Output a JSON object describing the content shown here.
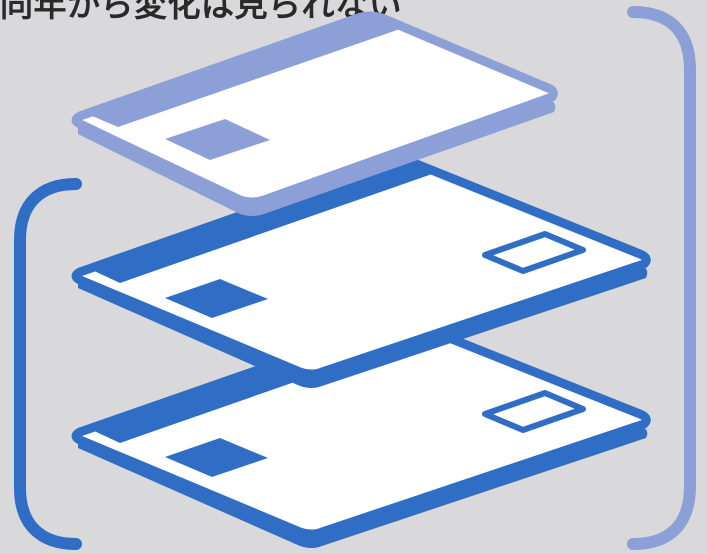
{
  "caption": "同年から変化は見られない",
  "colors": {
    "background": "#d9d9db",
    "light_card": "#8c9fd6",
    "dark_card": "#2f6ec4",
    "card_face": "#ffffff",
    "right_bracket": "#8c9fd6",
    "left_bracket": "#2f6ec4"
  },
  "cards": [
    {
      "name": "top-card",
      "style": "light",
      "has_stripe": true,
      "has_chip": true,
      "has_hologram": false
    },
    {
      "name": "middle-card",
      "style": "dark",
      "has_stripe": true,
      "has_chip": true,
      "has_hologram": true
    },
    {
      "name": "bottom-card",
      "style": "dark",
      "has_stripe": true,
      "has_chip": true,
      "has_hologram": true
    }
  ]
}
